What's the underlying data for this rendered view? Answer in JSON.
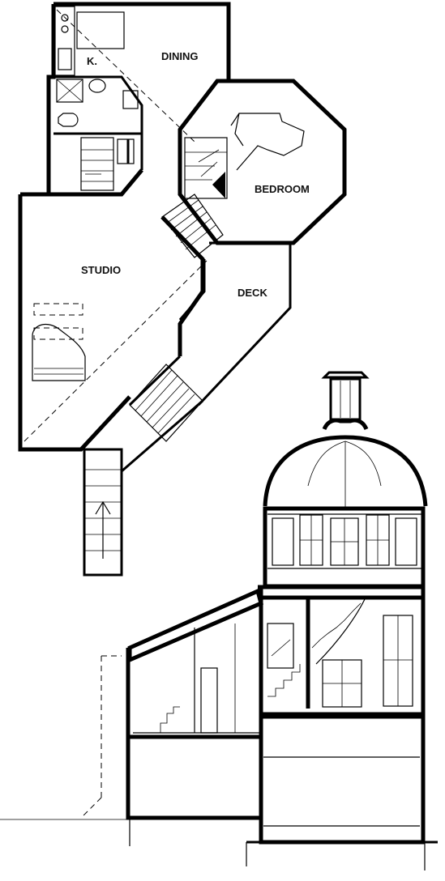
{
  "plan": {
    "rooms": {
      "kitchen": "K.",
      "dining": "DINING",
      "bedroom": "BEDROOM",
      "studio": "STUDIO",
      "deck": "DECK"
    }
  },
  "colors": {
    "ink": "#000000",
    "paper": "#ffffff"
  }
}
